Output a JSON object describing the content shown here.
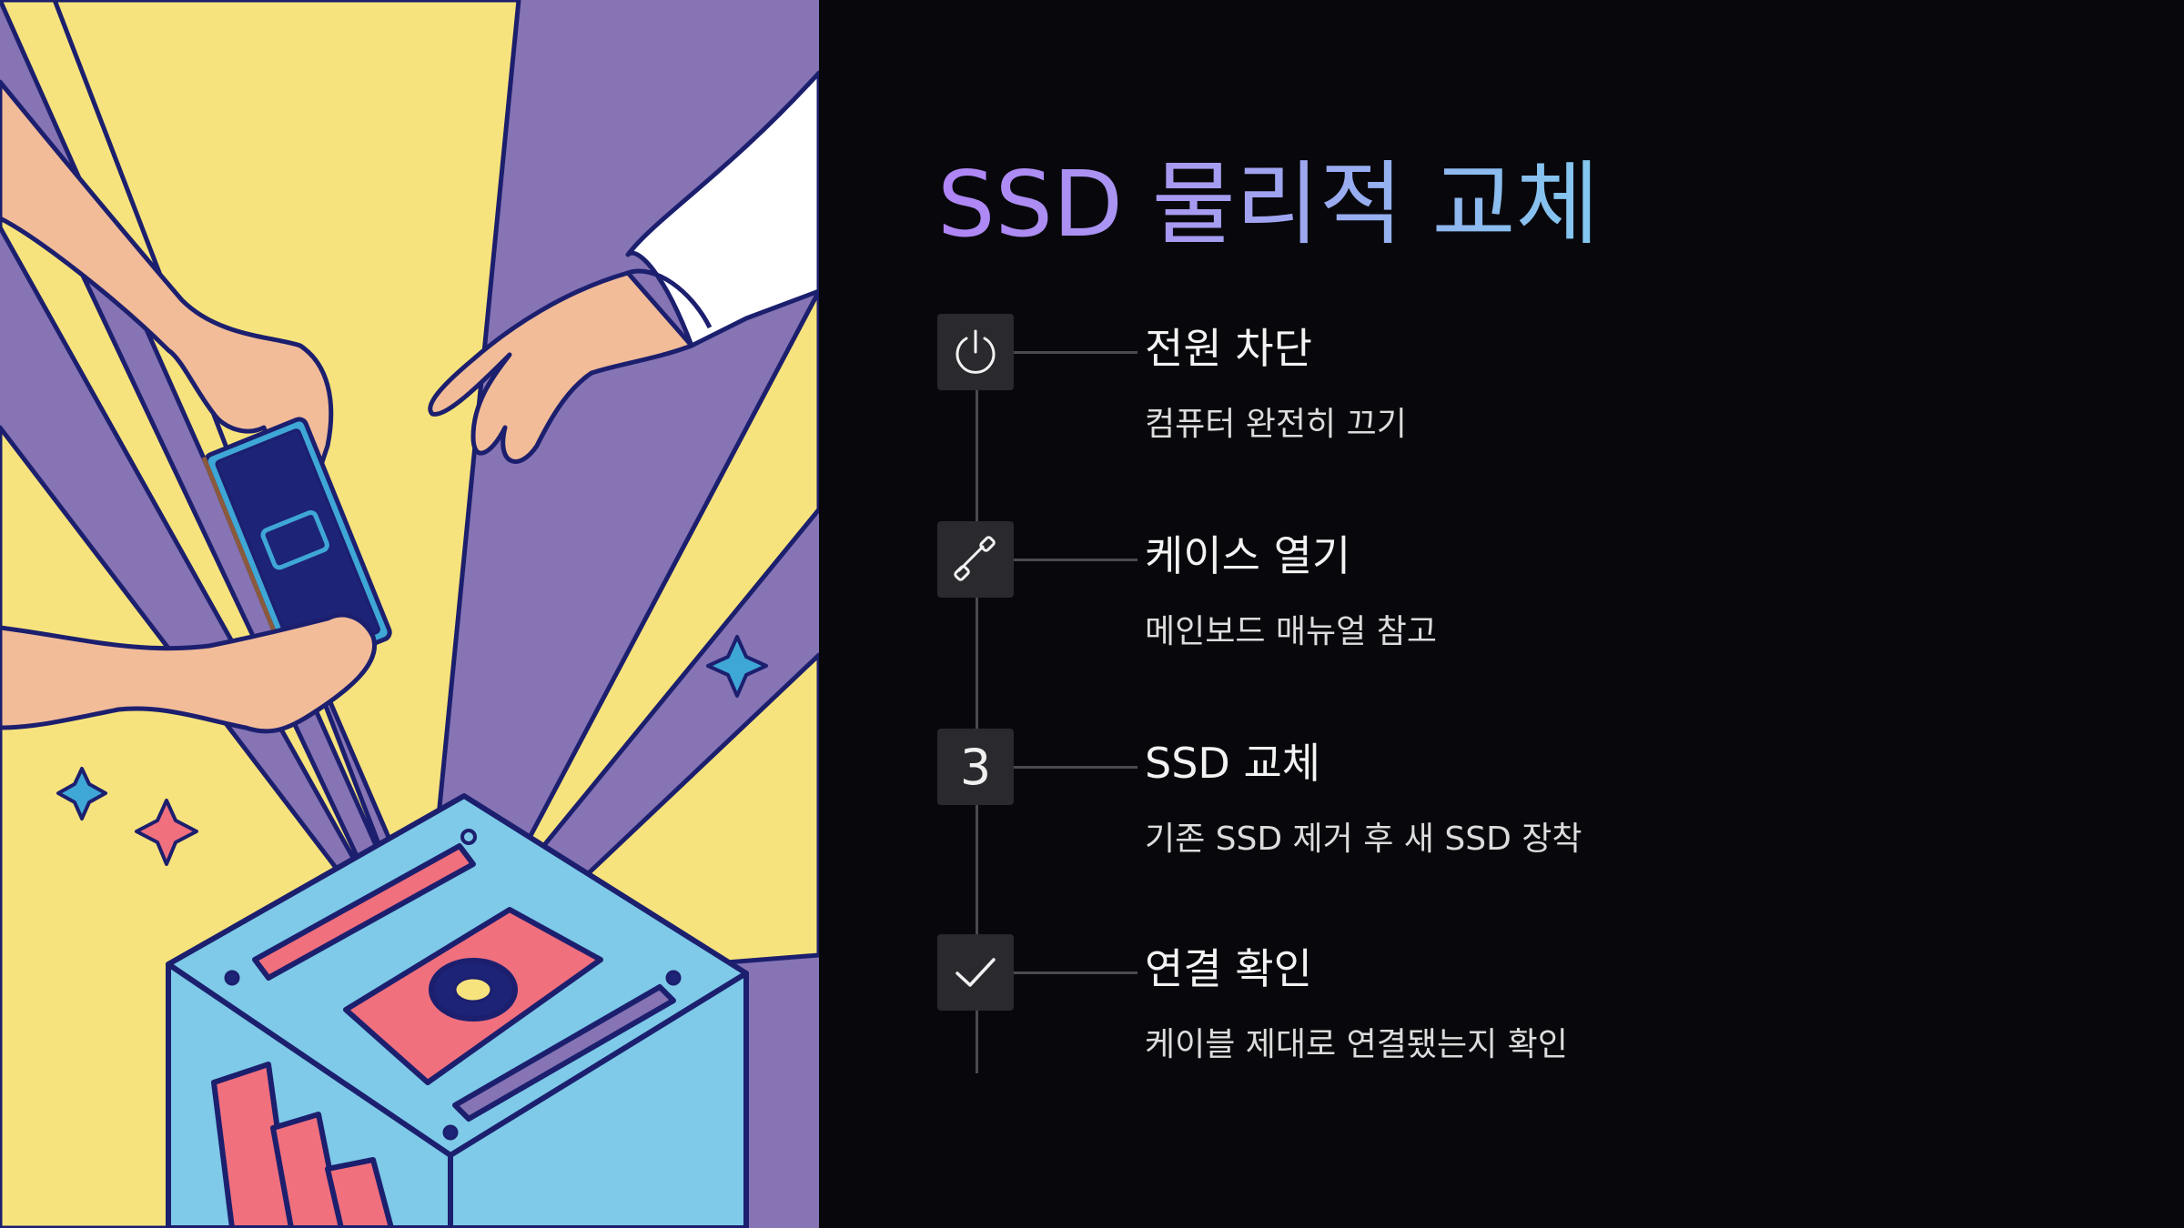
{
  "slide": {
    "title": "SSD 물리적 교체",
    "colors": {
      "background": "#08080c",
      "title_gradient_start": "#b084f5",
      "title_gradient_end": "#82c8ef",
      "icon_box": "#2a2a2e",
      "timeline": "#4a4a50"
    }
  },
  "steps": [
    {
      "icon": "power-icon",
      "title": "전원 차단",
      "desc": "컴퓨터 완전히 끄기"
    },
    {
      "icon": "wrench-icon",
      "title": "케이스 열기",
      "desc": "메인보드 매뉴얼 참고"
    },
    {
      "icon": "number",
      "number": "3",
      "title": "SSD 교체",
      "desc": "기존 SSD 제거 후 새 SSD 장착"
    },
    {
      "icon": "checkmark-icon",
      "title": "연결 확인",
      "desc": "케이블 제대로 연결됐는지 확인"
    }
  ],
  "illustration": {
    "subject": "hands-inserting-ssd-into-computer-illustration",
    "colors": {
      "yellow": "#f7e37d",
      "purple": "#8674b4",
      "outline": "#1c1f6e",
      "skin": "#f2bc98",
      "case": "#7ecae8",
      "red": "#f0707e",
      "ssd": "#1d2377"
    }
  }
}
